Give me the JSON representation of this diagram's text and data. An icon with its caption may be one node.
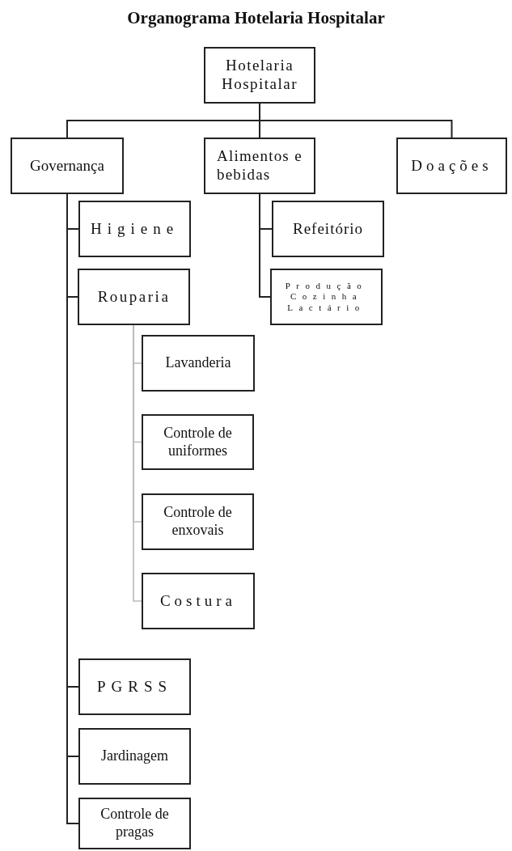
{
  "diagram": {
    "title": "Organograma Hotelaria Hospitalar",
    "nodes": [
      {
        "text": [
          "Hotelaria Hospitalar"
        ]
      },
      {
        "text": [
          "Governança"
        ]
      },
      {
        "text": [
          "Alimentos e bebidas"
        ]
      },
      {
        "text": [
          "Doações"
        ]
      },
      {
        "text": [
          "Higiene"
        ]
      },
      {
        "text": [
          "Rouparia"
        ]
      },
      {
        "text": [
          "Refeitório"
        ]
      },
      {
        "text": [
          "Produção Cozinha Lactário"
        ]
      },
      {
        "text": [
          "Lavanderia"
        ]
      },
      {
        "text": [
          "Controle de uniformes"
        ]
      },
      {
        "text": [
          "Controle de enxovais"
        ]
      },
      {
        "text": [
          "Costura"
        ]
      },
      {
        "text": [
          "PGRSS"
        ]
      },
      {
        "text": [
          "Jardinagem"
        ]
      },
      {
        "text": [
          "Controle de pragas"
        ]
      }
    ],
    "edges": [
      {
        "from": 0,
        "to": 1,
        "arrow": "none"
      },
      {
        "from": 0,
        "to": 2,
        "arrow": "none"
      },
      {
        "from": 0,
        "to": 3,
        "arrow": "none"
      },
      {
        "from": 1,
        "to": 4,
        "arrow": "none"
      },
      {
        "from": 1,
        "to": 5,
        "arrow": "none"
      },
      {
        "from": 2,
        "to": 6,
        "arrow": "none"
      },
      {
        "from": 2,
        "to": 7,
        "arrow": "none"
      },
      {
        "from": 5,
        "to": 8,
        "arrow": "none",
        "color": "#bbbbbb"
      },
      {
        "from": 5,
        "to": 9,
        "arrow": "none",
        "color": "#bbbbbb"
      },
      {
        "from": 5,
        "to": 10,
        "arrow": "none",
        "color": "#bbbbbb"
      },
      {
        "from": 5,
        "to": 11,
        "arrow": "none",
        "color": "#bbbbbb"
      },
      {
        "from": 1,
        "to": 12,
        "arrow": "none"
      },
      {
        "from": 1,
        "to": 13,
        "arrow": "none"
      },
      {
        "from": 1,
        "to": 14,
        "arrow": "none"
      }
    ]
  }
}
